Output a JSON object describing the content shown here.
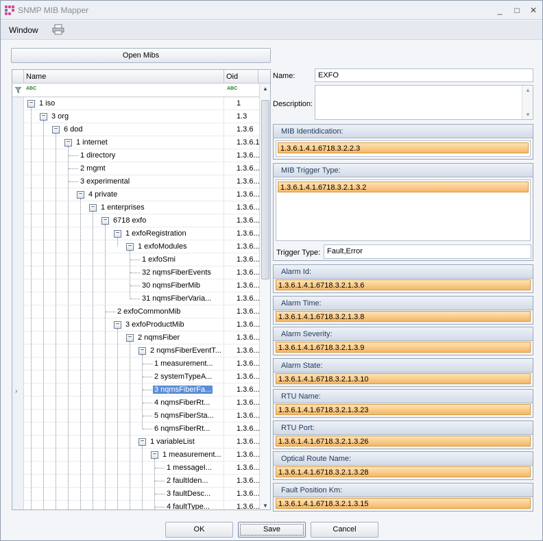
{
  "window": {
    "title": "SNMP MIB Mapper",
    "min": "_",
    "max": "□",
    "close": "✕"
  },
  "menu": {
    "window": "Window"
  },
  "open_mibs": "Open Mibs",
  "tree": {
    "col_name": "Name",
    "col_oid": "Oid",
    "filter_abc": "ABC",
    "rows": [
      {
        "name": "1 iso",
        "oid": "1"
      },
      {
        "name": "3 org",
        "oid": "1.3"
      },
      {
        "name": "6 dod",
        "oid": "1.3.6"
      },
      {
        "name": "1 internet",
        "oid": "1.3.6.1"
      },
      {
        "name": "1 directory",
        "oid": "1.3.6...."
      },
      {
        "name": "2 mgmt",
        "oid": "1.3.6...."
      },
      {
        "name": "3 experimental",
        "oid": "1.3.6...."
      },
      {
        "name": "4 private",
        "oid": "1.3.6...."
      },
      {
        "name": "1 enterprises",
        "oid": "1.3.6...."
      },
      {
        "name": "6718 exfo",
        "oid": "1.3.6...."
      },
      {
        "name": "1 exfoRegistration",
        "oid": "1.3.6...."
      },
      {
        "name": "1 exfoModules",
        "oid": "1.3.6...."
      },
      {
        "name": "1 exfoSmi",
        "oid": "1.3.6...."
      },
      {
        "name": "32 nqmsFiberEvents",
        "oid": "1.3.6...."
      },
      {
        "name": "30 nqmsFiberMib",
        "oid": "1.3.6...."
      },
      {
        "name": "31 nqmsFiberVaria...",
        "oid": "1.3.6...."
      },
      {
        "name": "2 exfoCommonMib",
        "oid": "1.3.6...."
      },
      {
        "name": "3 exfoProductMib",
        "oid": "1.3.6...."
      },
      {
        "name": "2 nqmsFiber",
        "oid": "1.3.6...."
      },
      {
        "name": "2 nqmsFiberEventT...",
        "oid": "1.3.6...."
      },
      {
        "name": "1 measurement...",
        "oid": "1.3.6...."
      },
      {
        "name": "2 systemTypeA...",
        "oid": "1.3.6...."
      },
      {
        "name": "3 nqmsFiberFa...",
        "oid": "1.3.6...."
      },
      {
        "name": "4 nqmsFiberRt...",
        "oid": "1.3.6...."
      },
      {
        "name": "5 nqmsFiberSta...",
        "oid": "1.3.6...."
      },
      {
        "name": "6 nqmsFiberRt...",
        "oid": "1.3.6...."
      },
      {
        "name": "1 variableList",
        "oid": "1.3.6...."
      },
      {
        "name": "1 measurement...",
        "oid": "1.3.6...."
      },
      {
        "name": "1 messageI...",
        "oid": "1.3.6...."
      },
      {
        "name": "2 faultIden...",
        "oid": "1.3.6...."
      },
      {
        "name": "3 faultDesc...",
        "oid": "1.3.6...."
      },
      {
        "name": "4 faultType...",
        "oid": "1.3.6...."
      }
    ]
  },
  "details": {
    "name_label": "Name:",
    "name_value": "EXFO",
    "description_label": "Description:",
    "description_value": "",
    "mib_identification": {
      "label": "MIB Identidication:",
      "value": "1.3.6.1.4.1.6718.3.2.2.3"
    },
    "mib_trigger_type": {
      "label": "MIB Trigger Type:",
      "value": "1.3.6.1.4.1.6718.3.2.1.3.2"
    },
    "trigger_type_label": "Trigger Type:",
    "trigger_type_value": "Fault,Error",
    "fields": [
      {
        "label": "Alarm Id:",
        "value": "1.3.6.1.4.1.6718.3.2.1.3.6"
      },
      {
        "label": "Alarm Time:",
        "value": "1.3.6.1.4.1.6718.3.2.1.3.8"
      },
      {
        "label": "Alarm Severity:",
        "value": "1.3.6.1.4.1.6718.3.2.1.3.9"
      },
      {
        "label": "Alarm State:",
        "value": "1.3.6.1.4.1.6718.3.2.1.3.10"
      },
      {
        "label": "RTU Name:",
        "value": "1.3.6.1.4.1.6718.3.2.1.3.23"
      },
      {
        "label": "RTU Port:",
        "value": "1.3.6.1.4.1.6718.3.2.1.3.26"
      },
      {
        "label": "Optical Route Name:",
        "value": "1.3.6.1.4.1.6718.3.2.1.3.28"
      },
      {
        "label": "Fault Position Km:",
        "value": "1.3.6.1.4.1.6718.3.2.1.3.15"
      }
    ]
  },
  "buttons": {
    "ok": "OK",
    "save": "Save",
    "cancel": "Cancel"
  },
  "icons": {
    "app": "app-icon",
    "print": "printer-icon",
    "filter": "filter-icon",
    "expand": "minus-box-icon"
  }
}
